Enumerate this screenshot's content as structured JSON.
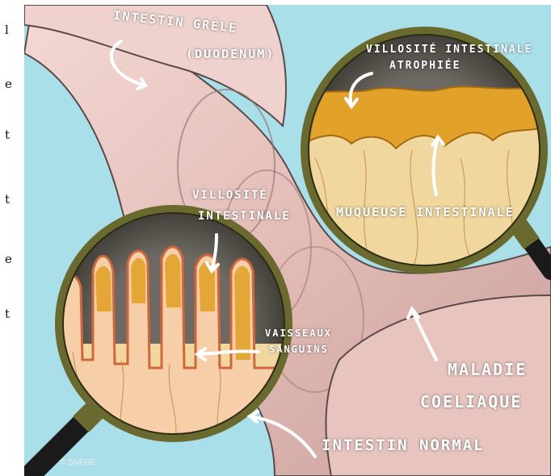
{
  "left_fragments": [
    "l",
    "e",
    "t",
    "t",
    "e",
    "t"
  ],
  "labels": {
    "small_intestine": "INTESTIN GRÊLE",
    "duodenum": "(DUODENUM)",
    "atrophied_villus_line1": "VILLOSITÉ INTESTINALE",
    "atrophied_villus_line2": "ATROPHIÉE",
    "intestinal_mucosa": "MUQUEUSE INTESTINALE",
    "intestinal_villus_line1": "VILLOSITÉ",
    "intestinal_villus_line2": "INTESTINALE",
    "blood_vessels_line1": "VAISSEAUX",
    "blood_vessels_line2": "SANGUINS",
    "celiac_disease_line1": "MALADIE",
    "celiac_disease_line2": "COELIAQUE",
    "normal_intestine": "INTESTIN NORMAL"
  },
  "copyright": "© SNFGE",
  "colors": {
    "background_blue": "#a8dfe8",
    "intestine_pink": "#e9c7c2",
    "magnifier_rim": "#6b6a2e",
    "tissue_tan": "#f0d79e",
    "villus_orange": "#e2a229",
    "handle_black": "#1a1a1a"
  }
}
